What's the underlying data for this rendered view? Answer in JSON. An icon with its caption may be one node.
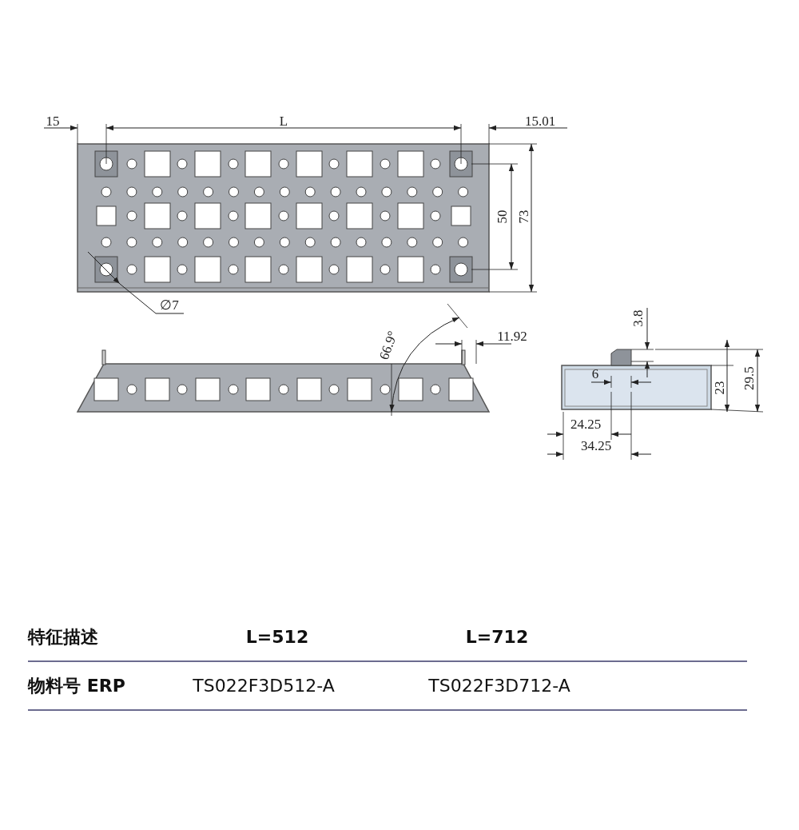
{
  "diagram": {
    "labels": [
      "15",
      "L",
      "15.01",
      "50",
      "73",
      "∅7",
      "66.9°",
      "11.92",
      "3.8",
      "6",
      "23",
      "29.5",
      "24.25",
      "34.25",
      "特征描述",
      "L=512",
      "L=712",
      "物料号 ERP",
      "TS022F3D512-A",
      "TS022F3D712-A"
    ]
  }
}
